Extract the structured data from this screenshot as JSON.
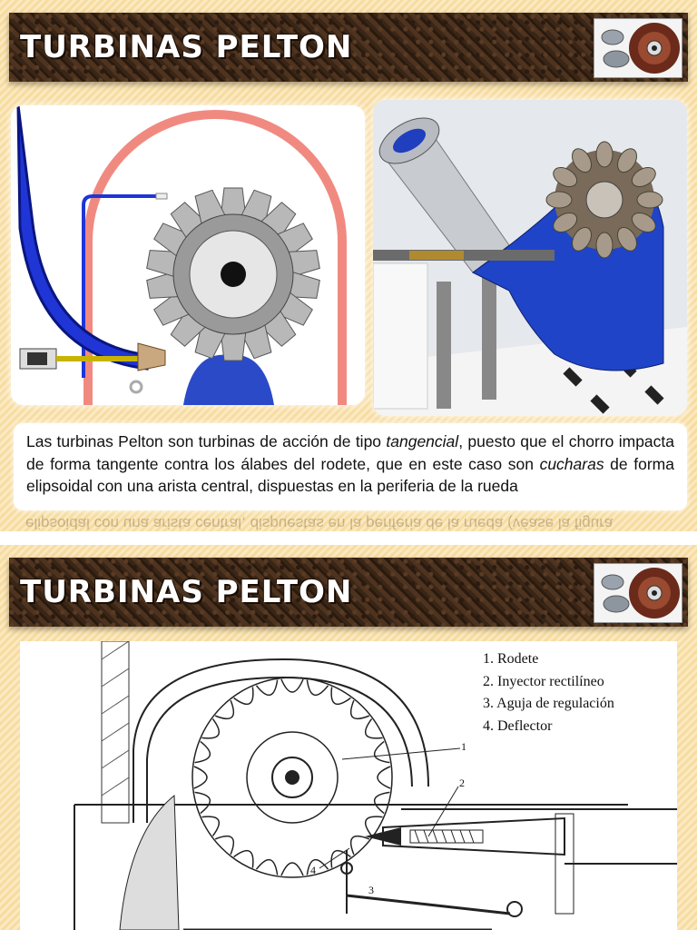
{
  "slides": [
    {
      "title": "TURBINAS PELTON",
      "caption": {
        "p1": "Las turbinas Pelton son turbinas de acción de tipo ",
        "em1": "tangencial",
        "p2": ", puesto que el chorro impacta de forma tangente contra los álabes del rodete, que en este caso son ",
        "em2": "cucharas",
        "p3": " de forma elipsoidal con una arista central, dispuestas en la periferia de la rueda"
      },
      "reflection": "elipsoidal con una arista central, dispuestas en la periferia de la rueda (véase la figura"
    },
    {
      "title": "TURBINAS PELTON",
      "legend": [
        "1. Rodete",
        "2. Inyector rectilíneo",
        "3. Aguja de regulación",
        "4. Deflector"
      ],
      "callouts": [
        "1",
        "2",
        "3",
        "4"
      ]
    }
  ],
  "colors": {
    "banner_text": "#ffffff",
    "pipe_blue": "#1f35d6",
    "casing_pink": "#f08a80",
    "bucket_grey": "#b8b8b8"
  }
}
